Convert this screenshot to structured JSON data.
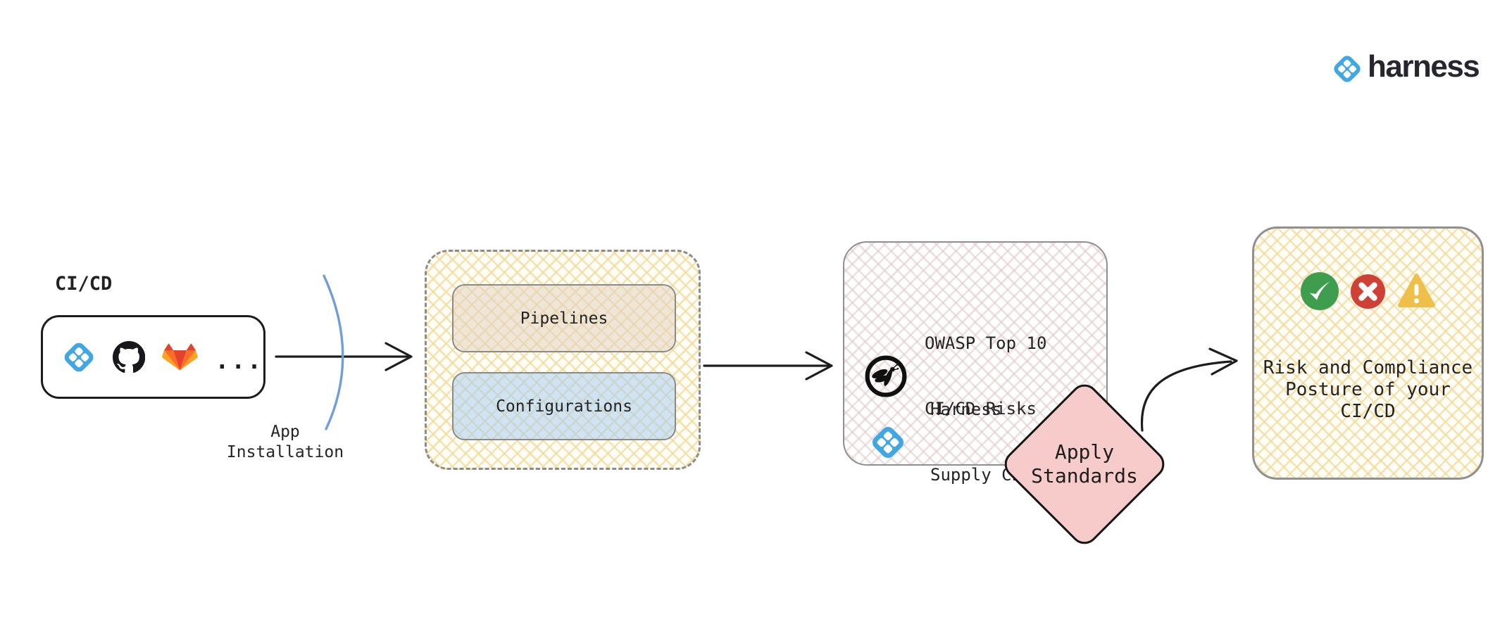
{
  "brand": {
    "name": "harness"
  },
  "source": {
    "label": "CI/CD",
    "more": "..."
  },
  "app_installation": {
    "line1": "App",
    "line2": "Installation"
  },
  "platform": {
    "pipelines": "Pipelines",
    "configurations": "Configurations"
  },
  "standards": {
    "owasp": {
      "line1": "OWASP Top 10",
      "line2": "CI/CD Risks"
    },
    "harness": {
      "line1": "Harness",
      "line2": "Supply Chain"
    }
  },
  "apply": {
    "line1": "Apply",
    "line2": "Standards"
  },
  "result": {
    "line1": "Risk and Compliance",
    "line2": "Posture of your",
    "line3": "CI/CD"
  },
  "colors": {
    "harness_blue": "#41a7e2",
    "diamond_pink": "#f6cbc9",
    "pipelines_fill": "#efe8dd",
    "configurations_fill": "#cfe3f4",
    "check_green": "#3f9e4d",
    "cross_red": "#cf4037",
    "warning_yellow": "#efc049",
    "gitlab_red": "#e24329",
    "gitlab_orange": "#fc6d26",
    "gitlab_yellow": "#fca326",
    "curve_blue": "#6f9ed8"
  }
}
